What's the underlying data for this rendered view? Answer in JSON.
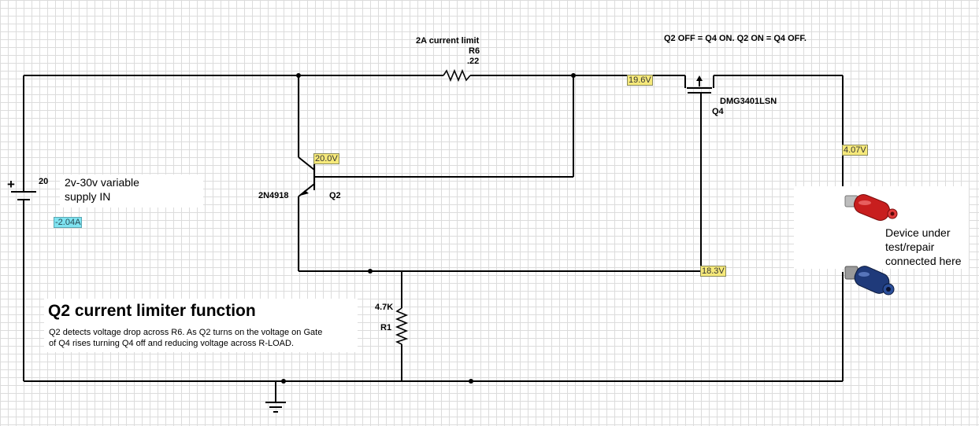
{
  "labels": {
    "r6_function": "2A current limit",
    "r6_name": "R6",
    "r6_value": ".22",
    "q4_note": "Q2 OFF = Q4 ON. Q2 ON = Q4 OFF.",
    "q4_part": "DMG3401LSN",
    "q4_name": "Q4",
    "q2_part": "2N4918",
    "q2_name": "Q2",
    "battery_value": "20",
    "battery_plus": "+",
    "supply_line1": "2v-30v variable",
    "supply_line2": "supply IN",
    "r1_value": "4.7K",
    "r1_name": "R1",
    "dut_line1": "Device under",
    "dut_line2": "test/repair",
    "dut_line3": "connected here"
  },
  "probes": {
    "v_q4_source": "19.6V",
    "v_q2_base": "20.0V",
    "v_output": "4.07V",
    "v_q4_gate": "18.3V",
    "i_supply": "-2.04A"
  },
  "description": {
    "title": "Q2 current limiter function",
    "line1": "Q2 detects voltage drop across R6. As Q2 turns on the voltage on Gate",
    "line2": "of Q4 rises turning Q4 off and reducing voltage across R-LOAD."
  },
  "colors": {
    "wire": "#000000",
    "probe_yellow": "#f6e97a",
    "probe_cyan": "#7fe3f0",
    "red_post": "#c81e1e",
    "blue_post": "#1f3a7a"
  }
}
